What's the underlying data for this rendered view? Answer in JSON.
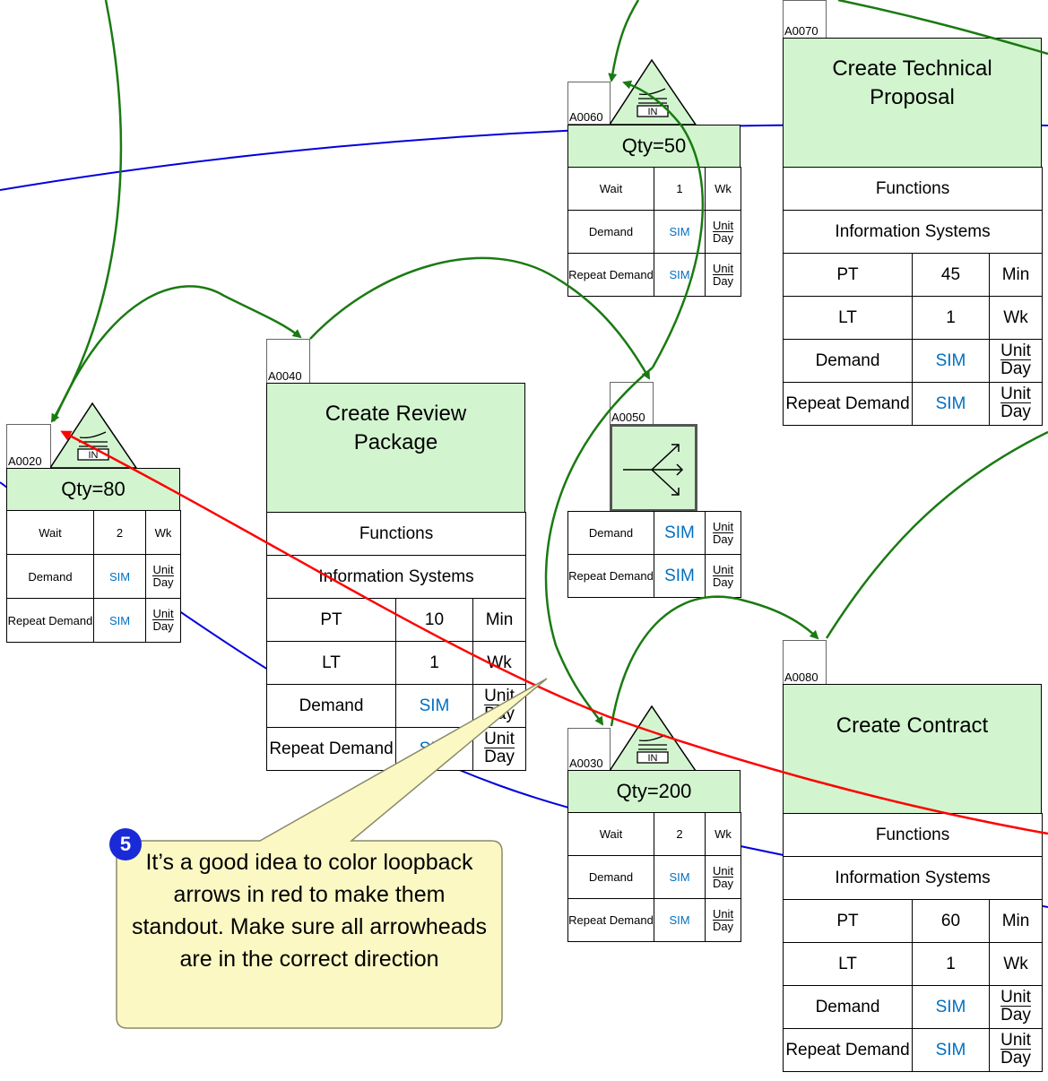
{
  "inventories": [
    {
      "key": "a0020",
      "id": "A0020",
      "qty": "Qty=80",
      "in_label": "IN",
      "rows": [
        {
          "label": "Wait",
          "value": "2",
          "unit": "Wk"
        },
        {
          "label": "Demand",
          "value": "SIM",
          "unit_num": "Unit",
          "unit_den": "Day"
        },
        {
          "label": "Repeat Demand",
          "value": "SIM",
          "unit_num": "Unit",
          "unit_den": "Day"
        }
      ]
    },
    {
      "key": "a0060",
      "id": "A0060",
      "qty": "Qty=50",
      "in_label": "IN",
      "rows": [
        {
          "label": "Wait",
          "value": "1",
          "unit": "Wk"
        },
        {
          "label": "Demand",
          "value": "SIM",
          "unit_num": "Unit",
          "unit_den": "Day"
        },
        {
          "label": "Repeat Demand",
          "value": "SIM",
          "unit_num": "Unit",
          "unit_den": "Day"
        }
      ]
    },
    {
      "key": "a0030",
      "id": "A0030",
      "qty": "Qty=200",
      "in_label": "IN",
      "rows": [
        {
          "label": "Wait",
          "value": "2",
          "unit": "Wk"
        },
        {
          "label": "Demand",
          "value": "SIM",
          "unit_num": "Unit",
          "unit_den": "Day"
        },
        {
          "label": "Repeat Demand",
          "value": "SIM",
          "unit_num": "Unit",
          "unit_den": "Day"
        }
      ]
    }
  ],
  "processes": [
    {
      "key": "a0040",
      "id": "A0040",
      "title": "Create Review Package",
      "functions": "Functions",
      "systems": "Information Systems",
      "pt": {
        "label": "PT",
        "value": "10",
        "unit": "Min"
      },
      "lt": {
        "label": "LT",
        "value": "1",
        "unit": "Wk"
      },
      "demand": {
        "label": "Demand",
        "value": "SIM",
        "unit_num": "Unit",
        "unit_den": "Day"
      },
      "repeat": {
        "label": "Repeat Demand",
        "value": "SIM",
        "unit_num": "Unit",
        "unit_den": "Day"
      }
    },
    {
      "key": "a0070",
      "id": "A0070",
      "title": "Create Technical Proposal",
      "functions": "Functions",
      "systems": "Information Systems",
      "pt": {
        "label": "PT",
        "value": "45",
        "unit": "Min"
      },
      "lt": {
        "label": "LT",
        "value": "1",
        "unit": "Wk"
      },
      "demand": {
        "label": "Demand",
        "value": "SIM",
        "unit_num": "Unit",
        "unit_den": "Day"
      },
      "repeat": {
        "label": "Repeat Demand",
        "value": "SIM",
        "unit_num": "Unit",
        "unit_den": "Day"
      }
    },
    {
      "key": "a0080",
      "id": "A0080",
      "title": "Create Contract",
      "functions": "Functions",
      "systems": "Information Systems",
      "pt": {
        "label": "PT",
        "value": "60",
        "unit": "Min"
      },
      "lt": {
        "label": "LT",
        "value": "1",
        "unit": "Wk"
      },
      "demand": {
        "label": "Demand",
        "value": "SIM",
        "unit_num": "Unit",
        "unit_den": "Day"
      },
      "repeat": {
        "label": "Repeat Demand",
        "value": "SIM",
        "unit_num": "Unit",
        "unit_den": "Day"
      }
    }
  ],
  "decision": {
    "id": "A0050",
    "demand": {
      "label": "Demand",
      "value": "SIM",
      "unit_num": "Unit",
      "unit_den": "Day"
    },
    "repeat": {
      "label": "Repeat Demand",
      "value": "SIM",
      "unit_num": "Unit",
      "unit_den": "Day"
    }
  },
  "callout": {
    "number": "5",
    "text": "It’s a good idea to color loopback arrows in red to make them standout. Make sure all arrowheads are in the correct direction"
  },
  "colors": {
    "flow_arrow": "#1a7a12",
    "loopback_arrow": "#ff0000",
    "info_line": "#0000dd",
    "process_fill": "#d2f5cf",
    "callout_fill": "#fbf8c4",
    "badge": "#1a2ad6",
    "sim_text": "#0070c0"
  }
}
